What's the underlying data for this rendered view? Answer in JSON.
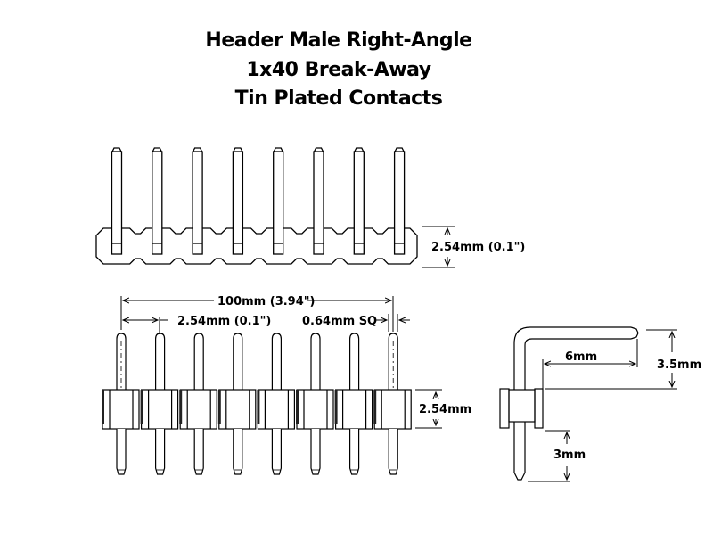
{
  "title": {
    "line1": "Header Male Right-Angle",
    "line2": "1x40 Break-Away",
    "line3": "Tin Plated Contacts"
  },
  "top_view": {
    "pin_count_shown": 8,
    "height_dimension": "2.54mm (0.1\")"
  },
  "front_view": {
    "pin_count_shown": 8,
    "overall_length": "100mm (3.94\")",
    "pitch": "2.54mm (0.1\")",
    "pin_size": "0.64mm SQ",
    "body_height": "2.54mm"
  },
  "side_view": {
    "horizontal_pin_length": "6mm",
    "bend_height": "3.5mm",
    "tail_length": "3mm"
  },
  "colors": {
    "line": "#000000",
    "background": "#ffffff"
  }
}
